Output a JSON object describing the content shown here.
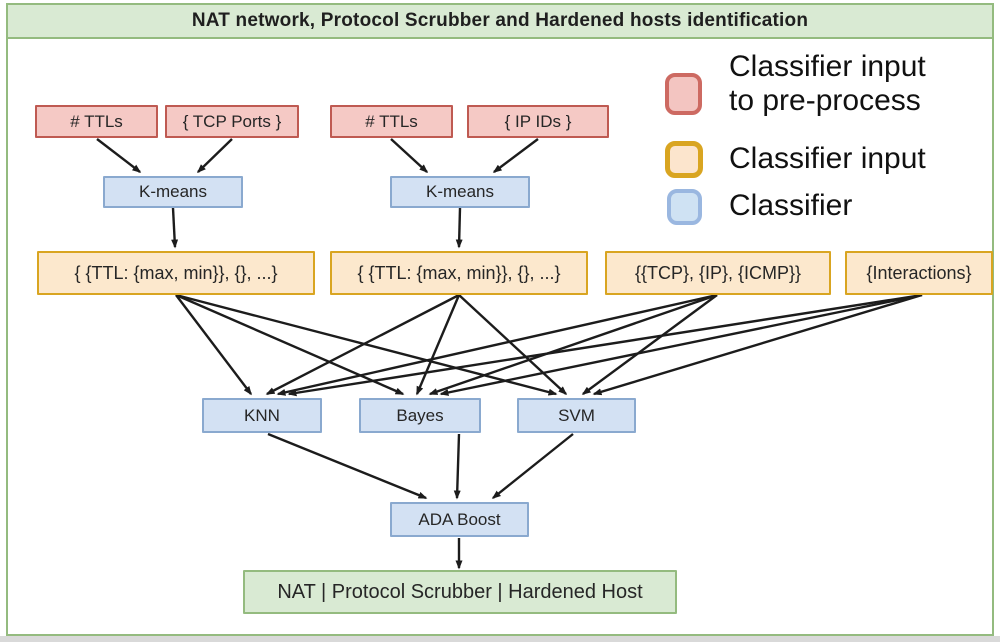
{
  "title": "NAT network, Protocol Scrubber and Hardened hosts identification",
  "legend": {
    "items": [
      {
        "name": "classifier-input-to-preprocess",
        "lines": [
          "Classifier input",
          "to pre-process"
        ],
        "swatch_fill": "#f3c5c1",
        "swatch_border": "#cd6a62"
      },
      {
        "name": "classifier-input",
        "lines": [
          "Classifier input"
        ],
        "swatch_fill": "#fce5cd",
        "swatch_border": "#d9a521"
      },
      {
        "name": "classifier",
        "lines": [
          "Classifier"
        ],
        "swatch_fill": "#cfe2f3",
        "swatch_border": "#9ab7e0"
      }
    ]
  },
  "nodes": {
    "ttls1": {
      "label": "# TTLs",
      "type": "classifier-input-to-preprocess"
    },
    "tcp_ports": {
      "label": "{ TCP Ports }",
      "type": "classifier-input-to-preprocess"
    },
    "ttls2": {
      "label": "# TTLs",
      "type": "classifier-input-to-preprocess"
    },
    "ip_ids": {
      "label": "{ IP IDs }",
      "type": "classifier-input-to-preprocess"
    },
    "kmeans1": {
      "label": "K-means",
      "type": "classifier"
    },
    "kmeans2": {
      "label": "K-means",
      "type": "classifier"
    },
    "ttl_features1": {
      "label": "{ {TTL: {max, min}}, {}, ...}",
      "type": "classifier-input"
    },
    "ttl_features2": {
      "label": "{ {TTL: {max, min}}, {}, ...}",
      "type": "classifier-input"
    },
    "protocol_features": {
      "label": "{{TCP}, {IP}, {ICMP}}",
      "type": "classifier-input"
    },
    "interactions": {
      "label": "{Interactions}",
      "type": "classifier-input"
    },
    "knn": {
      "label": "KNN",
      "type": "classifier"
    },
    "bayes": {
      "label": "Bayes",
      "type": "classifier"
    },
    "svm": {
      "label": "SVM",
      "type": "classifier"
    },
    "ada_boost": {
      "label": "ADA Boost",
      "type": "classifier"
    },
    "output": {
      "label": "NAT | Protocol Scrubber | Hardened Host",
      "type": "output"
    }
  },
  "edges": [
    [
      "ttls1",
      "kmeans1"
    ],
    [
      "tcp_ports",
      "kmeans1"
    ],
    [
      "ttls2",
      "kmeans2"
    ],
    [
      "ip_ids",
      "kmeans2"
    ],
    [
      "kmeans1",
      "ttl_features1"
    ],
    [
      "kmeans2",
      "ttl_features2"
    ],
    [
      "ttl_features1",
      "knn"
    ],
    [
      "ttl_features1",
      "bayes"
    ],
    [
      "ttl_features1",
      "svm"
    ],
    [
      "ttl_features2",
      "knn"
    ],
    [
      "ttl_features2",
      "bayes"
    ],
    [
      "ttl_features2",
      "svm"
    ],
    [
      "protocol_features",
      "knn"
    ],
    [
      "protocol_features",
      "bayes"
    ],
    [
      "protocol_features",
      "svm"
    ],
    [
      "interactions",
      "knn"
    ],
    [
      "interactions",
      "bayes"
    ],
    [
      "interactions",
      "svm"
    ],
    [
      "knn",
      "ada_boost"
    ],
    [
      "bayes",
      "ada_boost"
    ],
    [
      "svm",
      "ada_boost"
    ],
    [
      "ada_boost",
      "output"
    ]
  ],
  "colors": {
    "preprocess_fill": "#f5c9c5",
    "preprocess_border": "#bf5a52",
    "classifier_input_fill": "#fce8cd",
    "classifier_input_border": "#d9a521",
    "classifier_fill": "#d3e1f3",
    "classifier_border": "#8aa9cf",
    "output_fill": "#d9ead3",
    "output_border": "#94bb7f",
    "titlebar_fill": "#d9ead3",
    "frame_border": "#94bb7f",
    "arrow": "#1c1c1c"
  }
}
